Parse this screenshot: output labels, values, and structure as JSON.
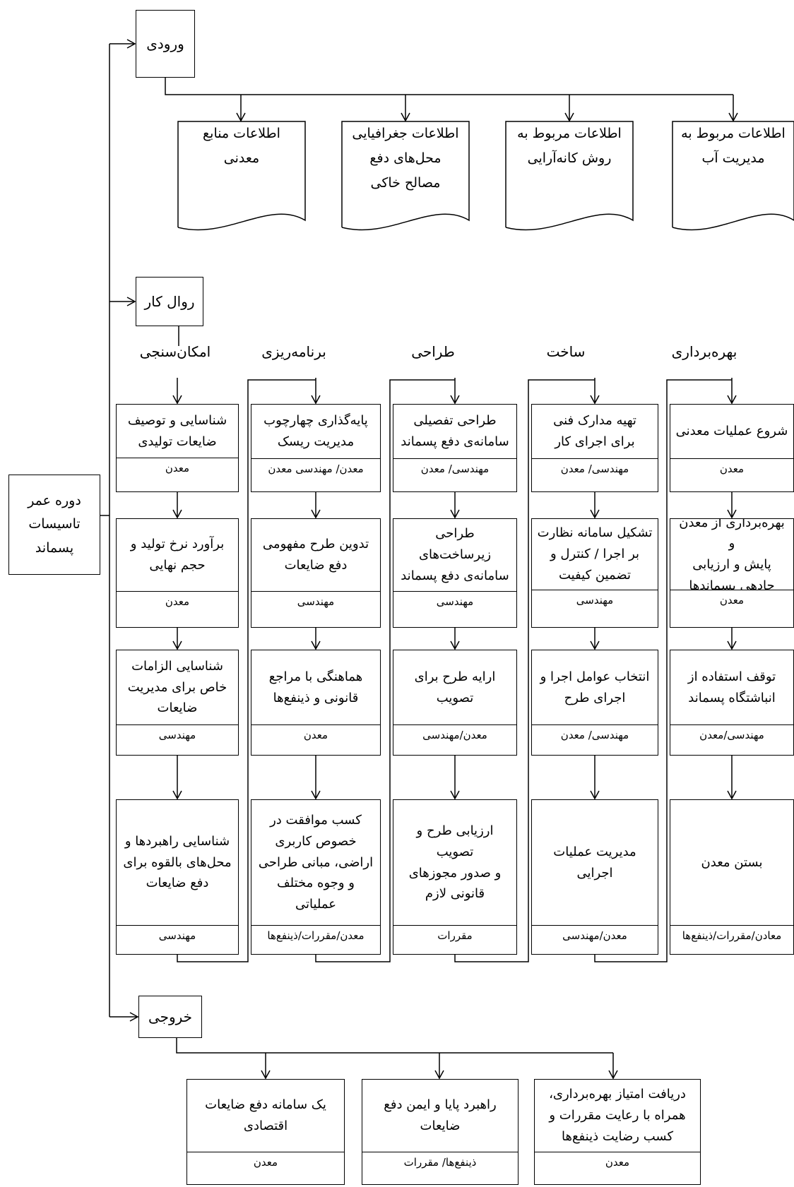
{
  "lifecycle": "دوره عمر\nتاسیسات\nپسماند",
  "sections": {
    "input": "ورودی",
    "workflow": "روال کار",
    "output": "خروجی"
  },
  "inputs": [
    {
      "text": "اطلاعات منابع\nمعدنی"
    },
    {
      "text": "اطلاعات جغرافیایی\nمحل‌های دفع\nمصالح خاکی"
    },
    {
      "text": "اطلاعات مربوط به\nروش کانه‌آرایی"
    },
    {
      "text": "اطلاعات مربوط به\nمدیریت آب"
    }
  ],
  "phases": [
    {
      "name": "امکان‌سنجی",
      "steps": [
        {
          "text": "شناسایی و توصیف\nضایعات تولیدی",
          "owner": "معدن"
        },
        {
          "text": "برآورد نرخ تولید و\nحجم نهایی",
          "owner": "معدن"
        },
        {
          "text": "شناسایی الزامات\nخاص برای مدیریت\nضایعات",
          "owner": "مهندسی"
        },
        {
          "text": "شناسایی راهبردها و\nمحل‌های بالقوه برای\nدفع ضایعات",
          "owner": "مهندسی"
        }
      ]
    },
    {
      "name": "برنامه‌ریزی",
      "steps": [
        {
          "text": "پایه‌گذاری چهارچوب\nمدیریت ریسک",
          "owner": "معدن/ مهندسی معدن"
        },
        {
          "text": "تدوین طرح مفهومی\nدفع ضایعات",
          "owner": "مهندسی"
        },
        {
          "text": "هماهنگی با مراجع\nقانونی و ذینفع‌ها",
          "owner": "معدن"
        },
        {
          "text": "کسب موافقت در\nخصوص کاربری\nاراضی، مبانی طراحی\nو وجوه مختلف\nعملیاتی",
          "owner": "معدن/مقررات/ذینفع‌ها"
        }
      ]
    },
    {
      "name": "طراحی",
      "steps": [
        {
          "text": "طراحی تفصیلی\nسامانه‌ی دفع پسماند",
          "owner": "مهندسی/ معدن"
        },
        {
          "text": "طراحی زیرساخت‌های\nسامانه‌ی دفع پسماند",
          "owner": "مهندسی"
        },
        {
          "text": "ارایه طرح برای\nتصویب",
          "owner": "معدن/مهندسی"
        },
        {
          "text": "ارزیابی طرح و تصویب\nو صدور مجوزهای\nقانونی لازم",
          "owner": "مقررات"
        }
      ]
    },
    {
      "name": "ساخت",
      "steps": [
        {
          "text": "تهیه مدارک فنی\nبرای اجرای کار",
          "owner": "مهندسی/ معدن"
        },
        {
          "text": "تشکیل سامانه نظارت\nبر اجرا / کنترل و\nتضمین کیفیت",
          "owner": "مهندسی"
        },
        {
          "text": "انتخاب عوامل اجرا و\nاجرای طرح",
          "owner": "مهندسی/ معدن"
        },
        {
          "text": "مدیریت عملیات\nاجرایی",
          "owner": "معدن/مهندسی"
        }
      ]
    },
    {
      "name": "بهره‌برداری",
      "steps": [
        {
          "text": "شروع عملیات معدنی",
          "owner": "معدن"
        },
        {
          "text": "بهره‌برداری از معدن و\nپایش و ارزیابی\nجادهی پسماندها",
          "owner": "معدن"
        },
        {
          "text": "توقف استفاده از\nانباشتگاه پسماند",
          "owner": "مهندسی/معدن"
        },
        {
          "text": "بستن معدن",
          "owner": "معادن/مقررات/ذینفع‌ها"
        }
      ]
    }
  ],
  "outputs": [
    {
      "text": "یک سامانه دفع ضایعات\nاقتصادی",
      "owner": "معدن"
    },
    {
      "text": "راهبرد پایا و ایمن دفع\nضایعات",
      "owner": "ذینفع‌ها/ مقررات"
    },
    {
      "text": "دریافت امتیاز بهره‌برداری،\nهمراه با رعایت مقررات و\nکسب رضایت ذینفع‌ها",
      "owner": "معدن"
    }
  ]
}
